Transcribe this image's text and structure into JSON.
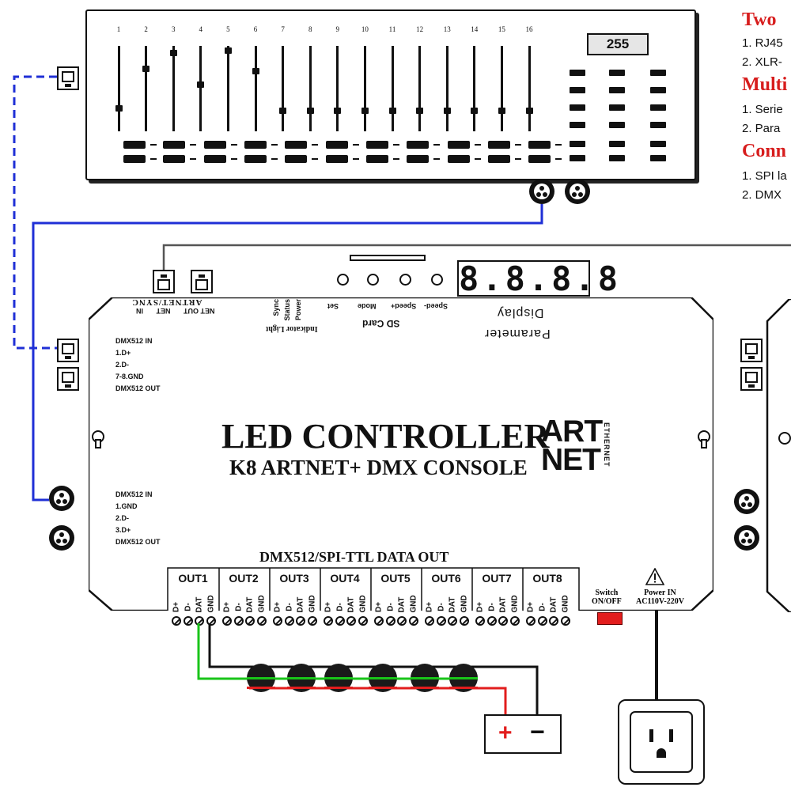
{
  "console": {
    "channels": [
      "1",
      "2",
      "3",
      "4",
      "5",
      "6",
      "7",
      "8",
      "9",
      "10",
      "11",
      "12",
      "13",
      "14",
      "15",
      "16"
    ],
    "fader_levels": [
      0.25,
      0.75,
      0.95,
      0.55,
      0.98,
      0.72,
      0.22,
      0.22,
      0.22,
      0.22,
      0.22,
      0.22,
      0.22,
      0.22,
      0.22,
      0.22
    ],
    "lcd_value": "255"
  },
  "side_text": {
    "sections": [
      {
        "heading": "Two",
        "items": [
          "1. RJ45",
          "2. XLR-"
        ]
      },
      {
        "heading": "Multi",
        "items": [
          "1. Serie",
          "2. Para"
        ]
      },
      {
        "heading": "Conn",
        "items": [
          "1. SPI la",
          "2. DMX"
        ]
      }
    ]
  },
  "controller": {
    "ports_label": "ARTNET/SYNC",
    "net_in": "NET IN",
    "net_out": "NET OUT",
    "indicator_labels": [
      "Sync",
      "Status",
      "Power"
    ],
    "indicator_light": "Indicator Light",
    "button_labels": [
      "Set",
      "Mode",
      "Speed+",
      "Speed-"
    ],
    "sd_card": "SD Card",
    "parameter_display": [
      "Parameter",
      "Display"
    ],
    "segment_value": "8.8.8.8",
    "dmx_top": [
      "DMX512 IN",
      "1.D+",
      "2.D-",
      "7-8.GND",
      "DMX512 OUT"
    ],
    "dmx_bottom": [
      "DMX512 IN",
      "1.GND",
      "2.D-",
      "3.D+",
      "DMX512 OUT"
    ],
    "title": "LED CONTROLLER",
    "subtitle": "K8 ARTNET+ DMX CONSOLE",
    "logo_top": "ART",
    "logo_bottom": "NET",
    "logo_side": "ETHERNET",
    "data_out_title": "DMX512/SPI-TTL DATA OUT",
    "outputs": [
      "OUT1",
      "OUT2",
      "OUT3",
      "OUT4",
      "OUT5",
      "OUT6",
      "OUT7",
      "OUT8"
    ],
    "pins": [
      "D+",
      "D-",
      "DAT",
      "GND"
    ],
    "switch_label": [
      "Switch",
      "ON/OFF"
    ],
    "power_label": [
      "Power IN",
      "AC110V-220V"
    ]
  },
  "battery": {
    "plus": "+",
    "minus": "−"
  },
  "colors": {
    "blue_wire": "#1f2fd6",
    "green_wire": "#19c419",
    "red_wire": "#e21d1d",
    "heading_red": "#d71d1d"
  }
}
